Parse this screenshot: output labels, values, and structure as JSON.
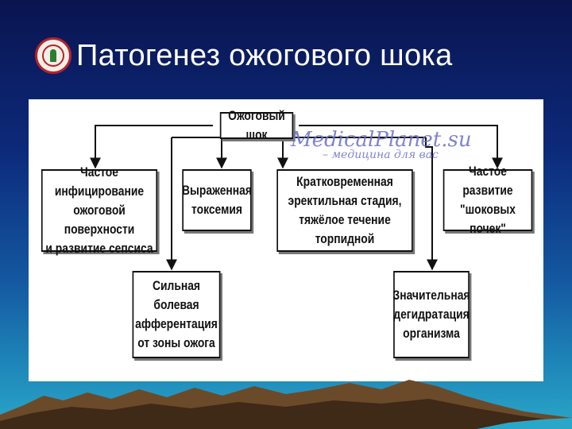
{
  "slide": {
    "title": "Патогенез ожогового шока",
    "logo_icon": "medical-emblem-icon"
  },
  "diagram": {
    "root": "Ожоговый шок",
    "row1": [
      {
        "id": "infection",
        "text": "Частое инфицирование\nожоговой поверхности\nи развитие сепсиса"
      },
      {
        "id": "toxemia",
        "text": "Выраженная\nтоксемия"
      },
      {
        "id": "erectile",
        "text": "Кратковременная\nэректильная стадия,\nтяжёлое течение торпидной"
      },
      {
        "id": "shock-kidneys",
        "text": "Частое развитие\n\"шоковых почек\""
      }
    ],
    "row2": [
      {
        "id": "pain",
        "text": "Сильная болевая\nафферентация\nот зоны ожога"
      },
      {
        "id": "dehydration",
        "text": "Значительная\nдегидратация\nорганизма"
      }
    ]
  },
  "watermark": {
    "line1": "MedicalPlanet.su",
    "line2": "– медицина для вас"
  },
  "colors": {
    "background_top": "#0a1450",
    "background_bottom": "#2aa7c8",
    "box_border": "#111111",
    "watermark": "#6a6fc8"
  }
}
